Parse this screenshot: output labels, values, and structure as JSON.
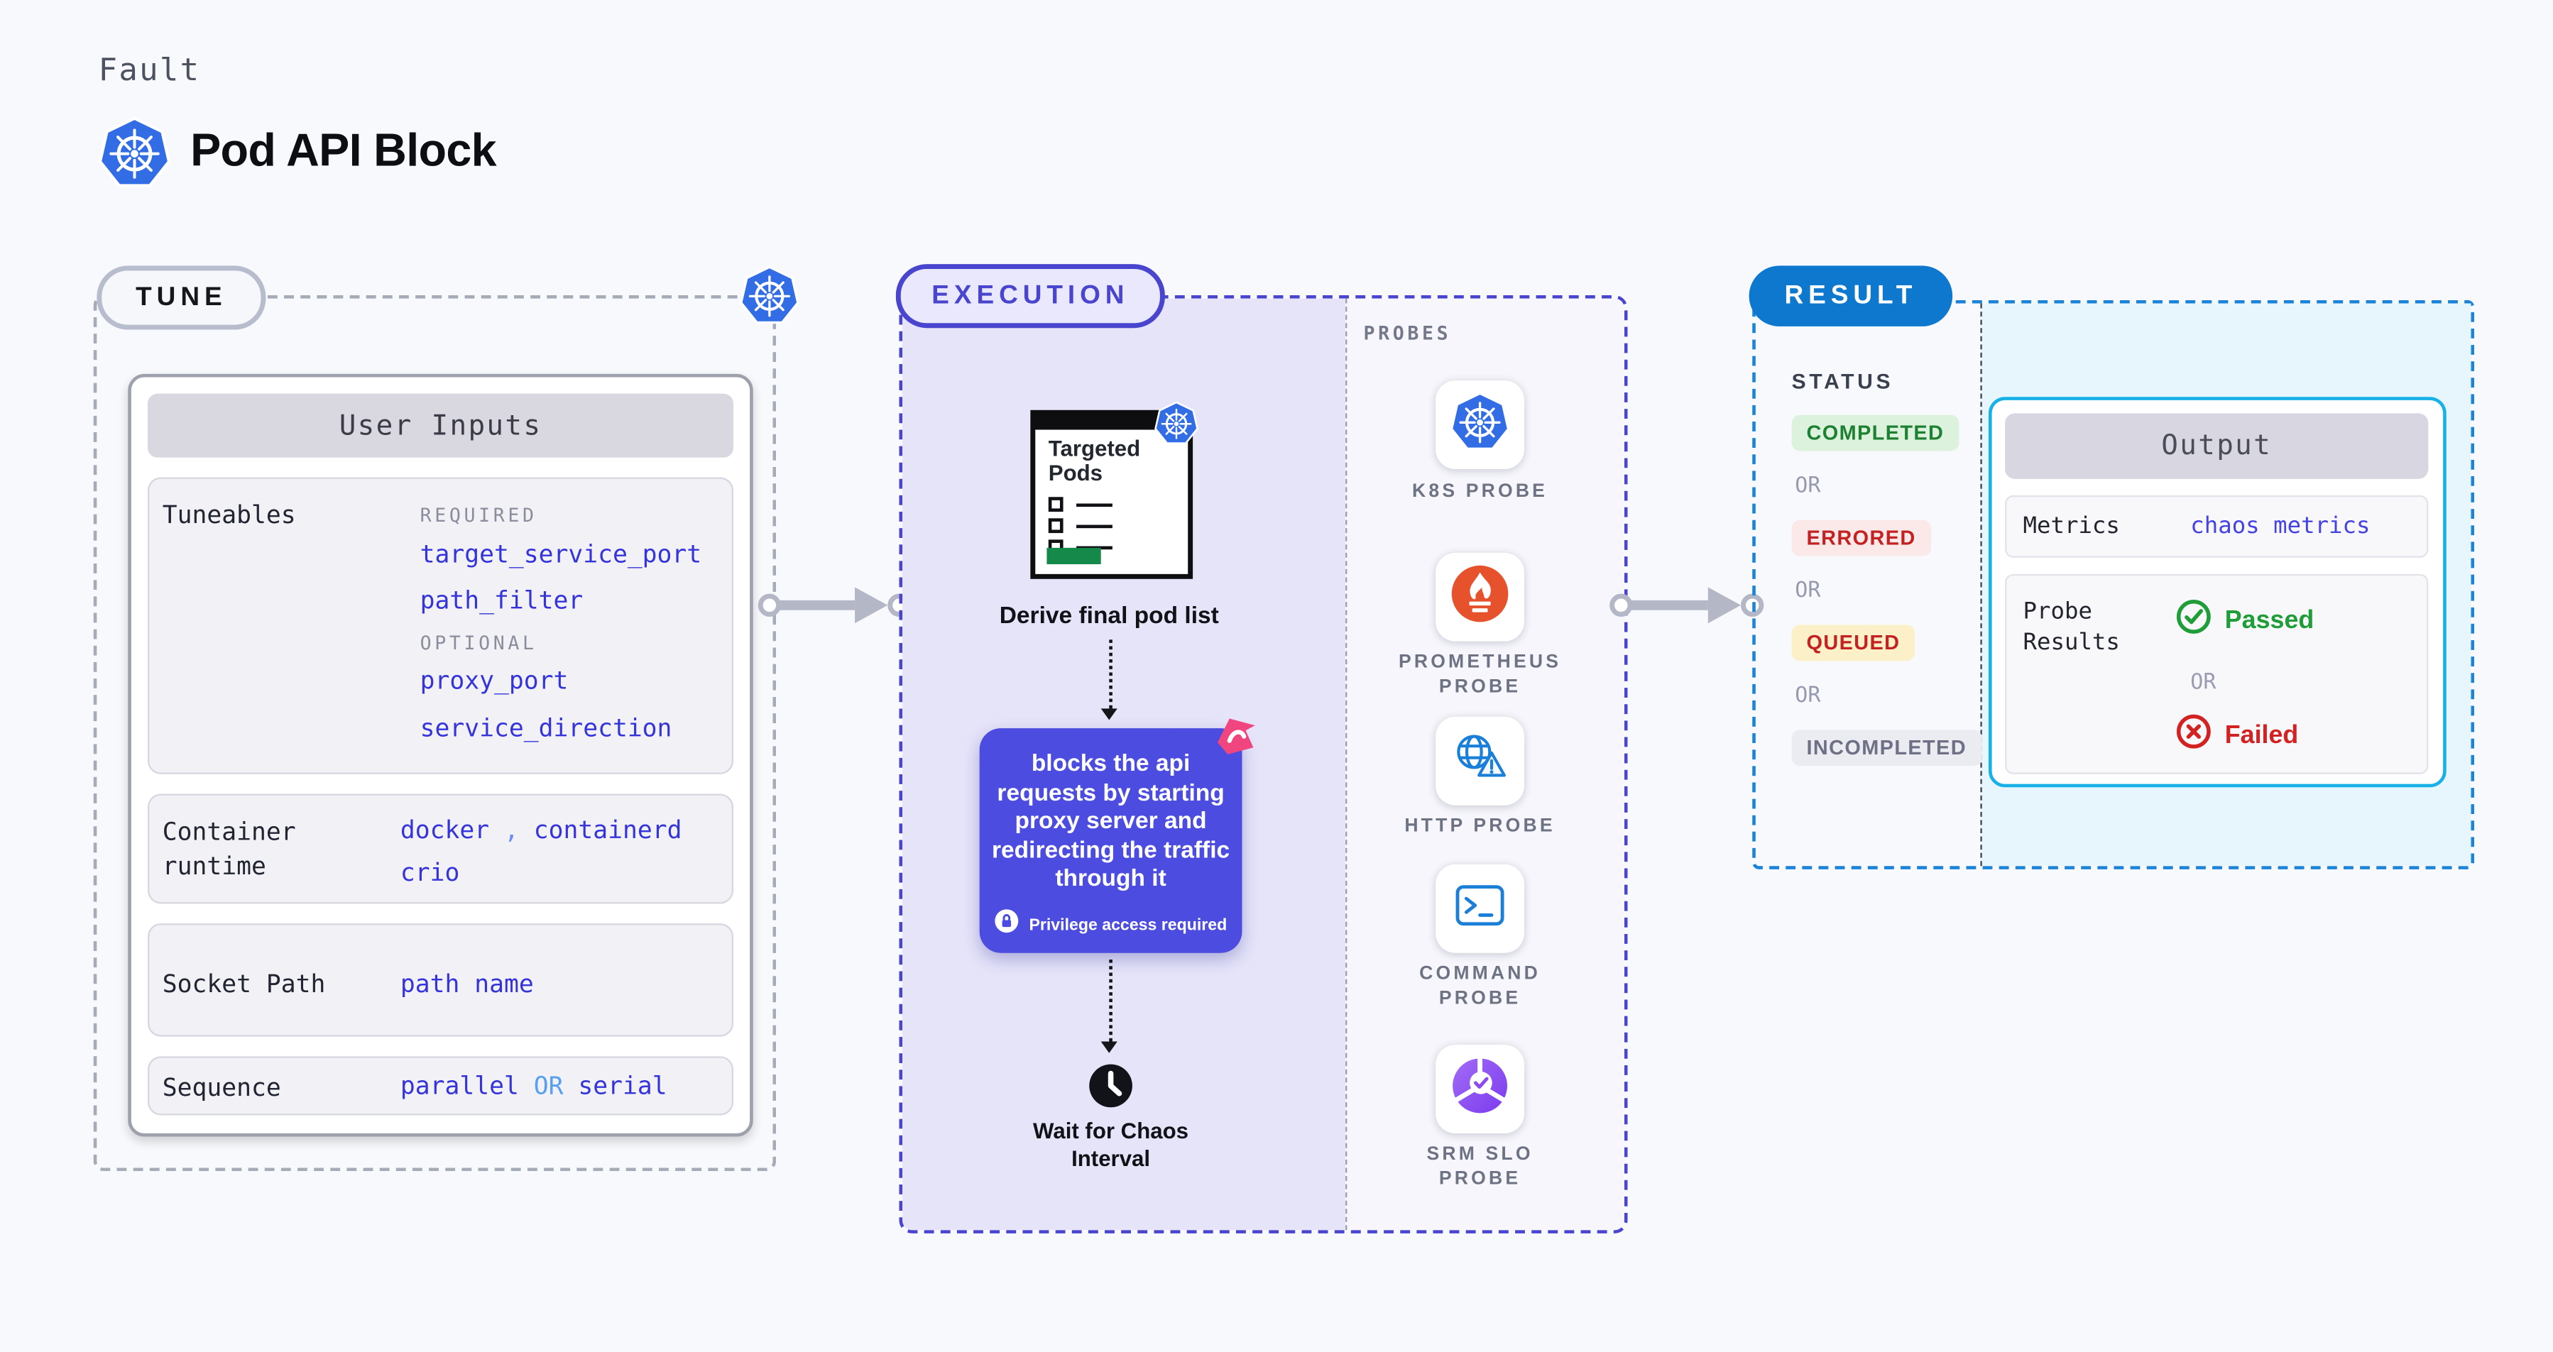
{
  "header": {
    "eyebrow": "Fault",
    "title": "Pod API Block"
  },
  "tune": {
    "pill": "TUNE",
    "panel_title": "User Inputs",
    "tuneables": {
      "label": "Tuneables",
      "required_label": "REQUIRED",
      "required": [
        "target_service_port",
        "path_filter"
      ],
      "optional_label": "OPTIONAL",
      "optional": [
        "proxy_port",
        "service_direction"
      ]
    },
    "container_runtime": {
      "label": "Container\nruntime",
      "value1": "docker",
      "comma": ",",
      "value2": "containerd",
      "value3": "crio"
    },
    "socket_path": {
      "label": "Socket Path",
      "value": "path name"
    },
    "sequence": {
      "label": "Sequence",
      "value1": "parallel",
      "or": "OR",
      "value2": "serial"
    }
  },
  "execution": {
    "pill": "EXECUTION",
    "probes_header": "PROBES",
    "targeted_pods_title": "Targeted\nPods",
    "derive_label": "Derive final pod list",
    "action_text": "blocks the api\nrequests by starting\nproxy server and\nredirecting the traffic\nthrough it",
    "privilege_note": "Privilege access required",
    "wait_label": "Wait for Chaos\nInterval",
    "probes": [
      {
        "icon": "k8s-probe-icon",
        "label": "K8S PROBE"
      },
      {
        "icon": "prometheus-probe-icon",
        "label": "PROMETHEUS\nPROBE"
      },
      {
        "icon": "http-probe-icon",
        "label": "HTTP PROBE"
      },
      {
        "icon": "command-probe-icon",
        "label": "COMMAND\nPROBE"
      },
      {
        "icon": "srm-slo-probe-icon",
        "label": "SRM SLO\nPROBE"
      }
    ]
  },
  "result": {
    "pill": "RESULT",
    "status_label": "STATUS",
    "statuses": [
      {
        "text": "COMPLETED",
        "type": "completed"
      },
      {
        "text": "OR"
      },
      {
        "text": "ERRORED",
        "type": "errored"
      },
      {
        "text": "OR"
      },
      {
        "text": "QUEUED",
        "type": "queued"
      },
      {
        "text": "OR"
      },
      {
        "text": "INCOMPLETED",
        "type": "incompleted"
      }
    ],
    "output": {
      "title": "Output",
      "metrics_label": "Metrics",
      "metrics_value": "chaos metrics",
      "probe_results_label": "Probe\nResults",
      "passed": "Passed",
      "or": "OR",
      "failed": "Failed"
    }
  },
  "colors": {
    "background": "#f8f9fc",
    "kubernetes_blue": "#326de6",
    "execution_indigo": "#4a45cf",
    "execution_fill": "#e5e4f9",
    "action_box": "#4c4ce0",
    "result_blue": "#0e78cf",
    "output_border_cyan": "#17b0e7",
    "output_fill_cyan": "#e7f6fd",
    "value_blue": "#3434da",
    "passed_green": "#1f9d38",
    "failed_red": "#d32222",
    "prometheus_orange": "#e6522c",
    "srm_purple": "#8b4bf0",
    "chaos_pink": "#f0457f",
    "pod_list_green": "#15894a"
  }
}
